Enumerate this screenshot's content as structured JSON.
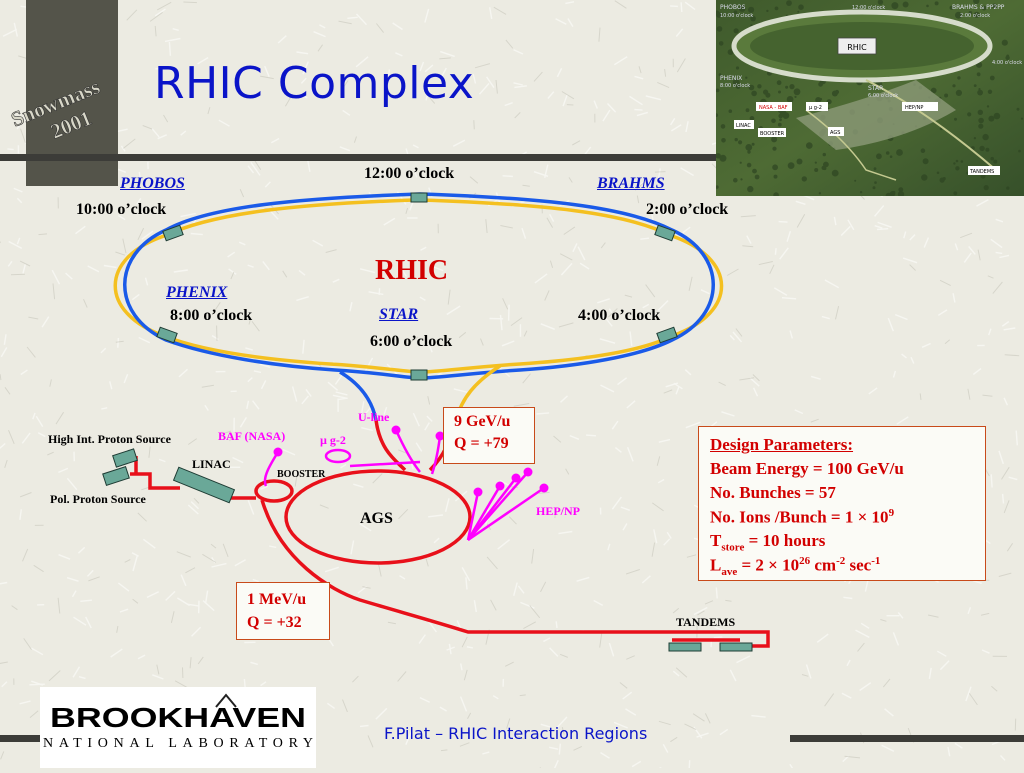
{
  "slide": {
    "title": "RHIC Complex",
    "footer": "F.Pilat – RHIC Interaction Regions",
    "badge": {
      "line1": "Snowmass",
      "line2": "2001"
    },
    "logo": {
      "line1": "BROOKHAVEN",
      "line2": "NATIONAL LABORATORY"
    },
    "colors": {
      "title_blue": "#0a14c8",
      "ring_blue": "#1a5ae8",
      "ring_yellow": "#f4c020",
      "injector_red": "#e8101a",
      "beamline_magenta": "#ff00ff",
      "highlight_red": "#d20000",
      "box_border": "#c84a1a",
      "magnet_teal": "#6aa898"
    }
  },
  "diagram": {
    "ring_name": "RHIC",
    "clock_positions": {
      "c12": "12:00 o’clock",
      "c2": "2:00 o’clock",
      "c4": "4:00 o’clock",
      "c6": "6:00 o’clock",
      "c8": "8:00 o’clock",
      "c10": "10:00 o’clock"
    },
    "experiments": {
      "phobos": "PHOBOS",
      "brahms": "BRAHMS",
      "phenix": "PHENIX",
      "star": "STAR"
    },
    "injector": {
      "ags": "AGS",
      "booster": "BOOSTER",
      "linac": "LINAC",
      "tandems": "TANDEMS",
      "high_int_source": "High Int. Proton  Source",
      "pol_source": "Pol. Proton Source",
      "baf": "BAF (NASA)",
      "mu_g2": "µ g-2",
      "u_line": "U-line",
      "hep_np": "HEP/NP"
    },
    "ags_extraction": {
      "line1": "9 GeV/u",
      "line2": "Q = +79"
    },
    "tandem_output": {
      "line1": "1 MeV/u",
      "line2": "Q = +32"
    }
  },
  "design_parameters": {
    "heading": "Design Parameters:",
    "energy": "Beam Energy = 100 GeV/u",
    "bunches": "No. Bunches = 57",
    "ions_prefix": "No. Ions /Bunch = 1 × 10",
    "ions_exp": "9",
    "tstore_T": "T",
    "tstore_sub": "store",
    "tstore_rest": " = 10 hours",
    "lave_L": "L",
    "lave_sub": "ave",
    "lave_mid": " = 2 × 10",
    "lave_exp1": "26",
    "lave_unit": " cm",
    "lave_exp2": "-2",
    "lave_sec": " sec",
    "lave_exp3": "-1"
  },
  "photo": {
    "labels": {
      "phobos": "PHOBOS",
      "phobos_clock": "10:00 o'clock",
      "top_clock": "12:00 o'clock",
      "brahms": "BRAHMS & PP2PP",
      "brahms_clock": "2:00 o'clock",
      "rhic": "RHIC",
      "right_clock": "4:00 o'clock",
      "phenix": "PHENIX",
      "phenix_clock": "8:00 o'clock",
      "star": "STAR",
      "star_clock": "6:00 o'clock",
      "nasa_baf": "NASA - BAF",
      "g2": "µ g-2",
      "hep_np": "HEP/NP",
      "linac": "LINAC",
      "booster": "BOOSTER",
      "ags": "AGS",
      "tandems": "TANDEMS"
    }
  }
}
